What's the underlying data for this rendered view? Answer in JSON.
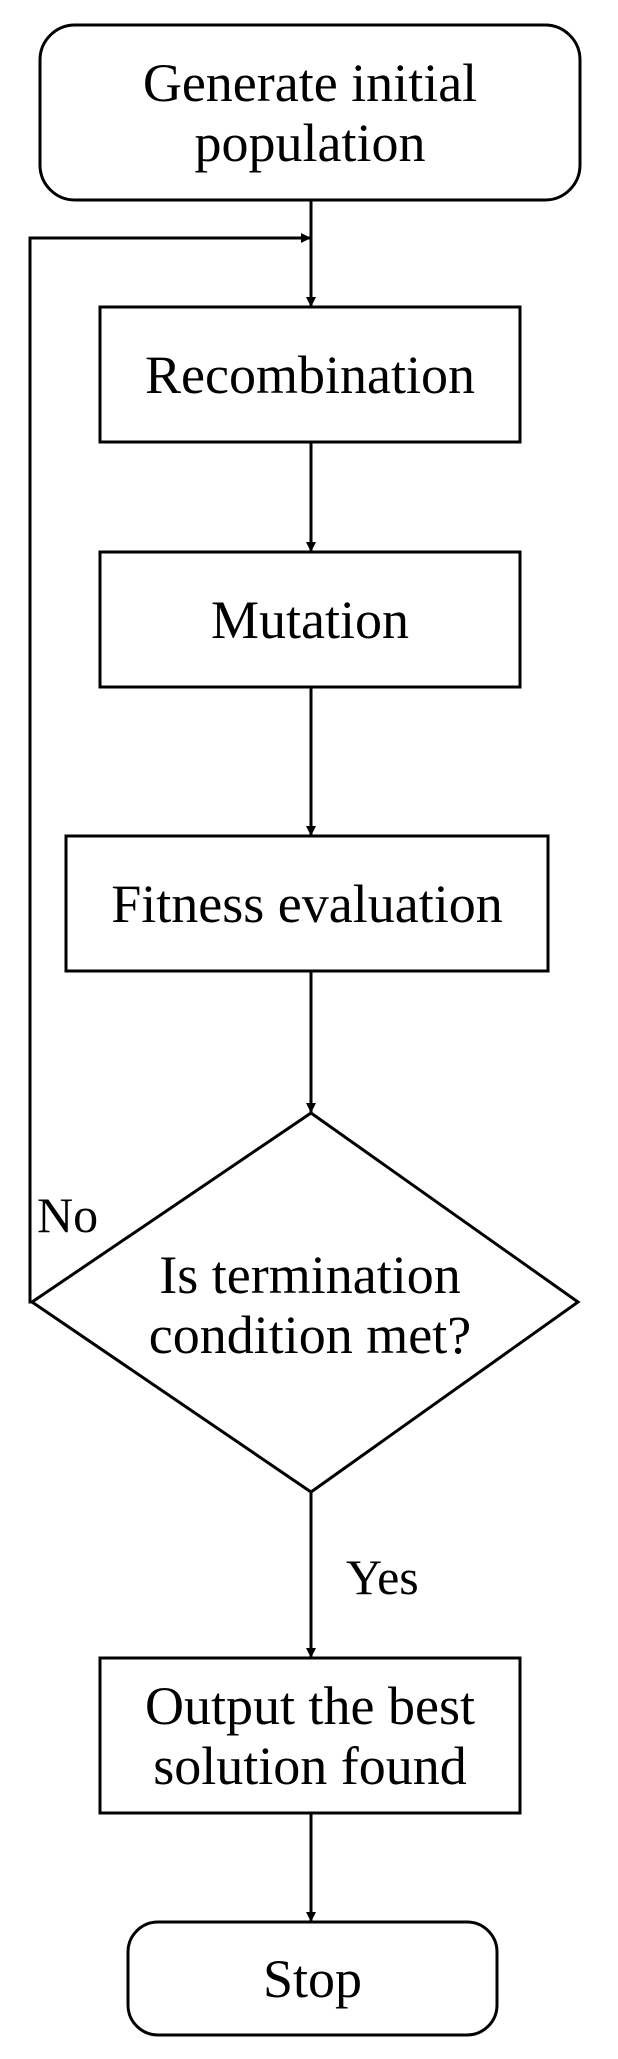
{
  "diagram": {
    "type": "flowchart",
    "colors": {
      "stroke": "#000000",
      "fill": "#ffffff",
      "text": "#000000"
    },
    "nodes": {
      "start": {
        "label": "Generate initial\npopulation",
        "shape": "rounded-rectangle"
      },
      "recombination": {
        "label": "Recombination",
        "shape": "rectangle"
      },
      "mutation": {
        "label": "Mutation",
        "shape": "rectangle"
      },
      "fitness": {
        "label": "Fitness evaluation",
        "shape": "rectangle"
      },
      "decision": {
        "label": "Is termination\ncondition met?",
        "shape": "diamond"
      },
      "output": {
        "label": "Output the best\nsolution found",
        "shape": "rectangle"
      },
      "stop": {
        "label": "Stop",
        "shape": "rounded-rectangle"
      }
    },
    "edges": {
      "no": {
        "from": "decision",
        "to": "recombination",
        "label": "No"
      },
      "yes": {
        "from": "decision",
        "to": "output",
        "label": "Yes"
      }
    }
  }
}
